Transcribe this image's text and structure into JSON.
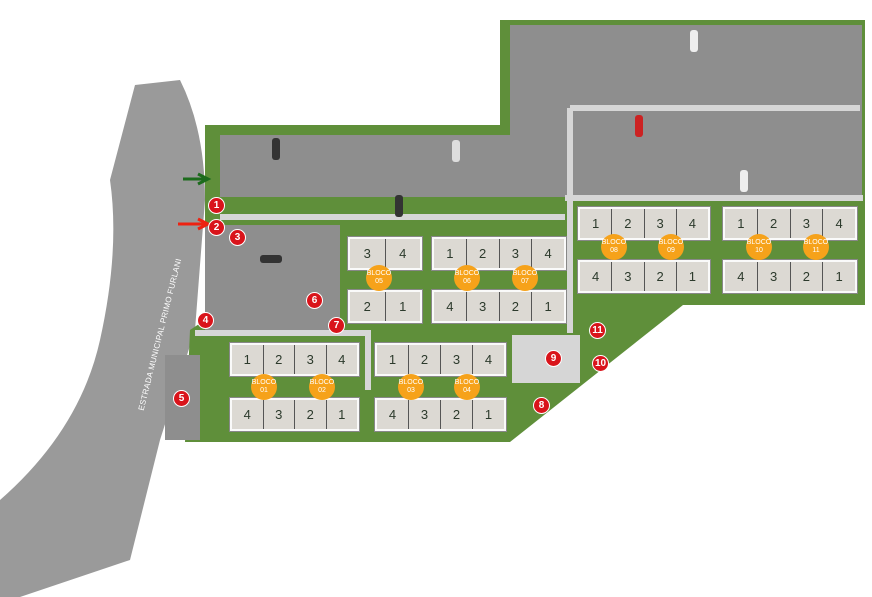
{
  "road": {
    "label": "ESTRADA MUNICIPAL PRIMO FURLANI"
  },
  "blocks": [
    {
      "label": "BLOCO",
      "number": "01",
      "units_top": [
        "1",
        "2",
        "3",
        "4"
      ],
      "units_bottom": [
        "4",
        "3",
        "2",
        "1"
      ]
    },
    {
      "label": "BLOCO",
      "number": "02"
    },
    {
      "label": "BLOCO",
      "number": "03",
      "units_top": [
        "1",
        "2",
        "3",
        "4"
      ],
      "units_bottom": [
        "4",
        "3",
        "2",
        "1"
      ]
    },
    {
      "label": "BLOCO",
      "number": "04"
    },
    {
      "label": "BLOCO",
      "number": "05",
      "units_top": [
        "3",
        "4"
      ],
      "units_bottom": [
        "2",
        "1"
      ]
    },
    {
      "label": "BLOCO",
      "number": "06",
      "units_top": [
        "1",
        "2",
        "3",
        "4"
      ],
      "units_bottom": [
        "4",
        "3",
        "2",
        "1"
      ]
    },
    {
      "label": "BLOCO",
      "number": "07"
    },
    {
      "label": "BLOCO",
      "number": "08",
      "units_top": [
        "1",
        "2",
        "3",
        "4"
      ],
      "units_bottom": [
        "4",
        "3",
        "2",
        "1"
      ]
    },
    {
      "label": "BLOCO",
      "number": "09"
    },
    {
      "label": "BLOCO",
      "number": "10",
      "units_top": [
        "1",
        "2",
        "3",
        "4"
      ],
      "units_bottom": [
        "4",
        "3",
        "2",
        "1"
      ]
    },
    {
      "label": "BLOCO",
      "number": "11"
    }
  ],
  "markers": [
    "1",
    "2",
    "3",
    "4",
    "5",
    "6",
    "7",
    "8",
    "9",
    "10",
    "11"
  ],
  "colors": {
    "grass": "#5f8f3a",
    "pavement": "#8e8e8e",
    "bloco": "#f6a21a",
    "marker": "#d9141b"
  }
}
